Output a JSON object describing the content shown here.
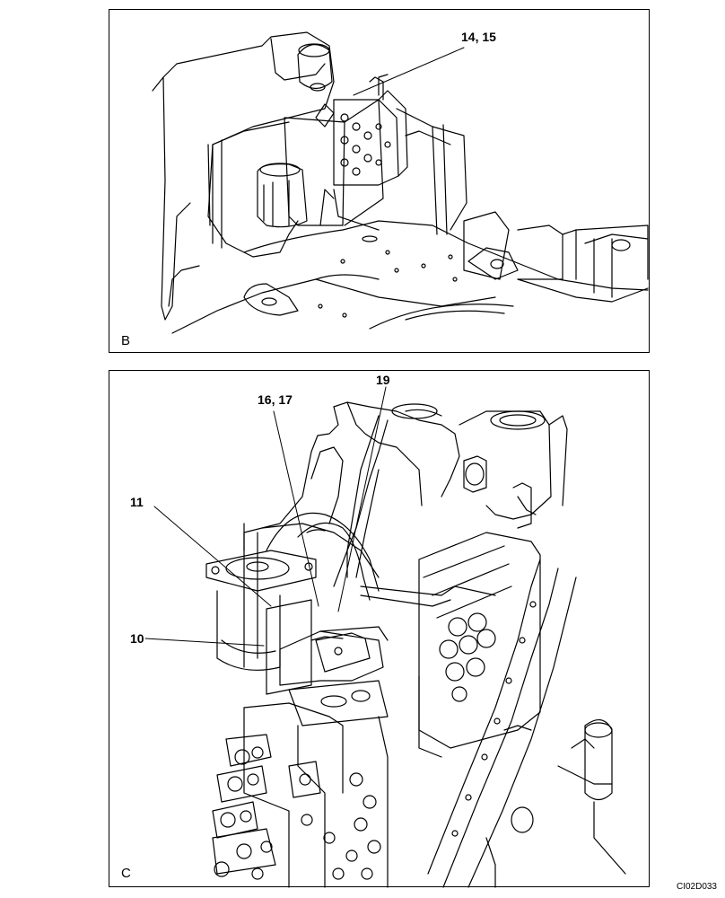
{
  "panels": [
    {
      "id": "B",
      "letter": "B",
      "callouts": [
        "14, 15"
      ]
    },
    {
      "id": "C",
      "letter": "C",
      "callouts": [
        "16, 17",
        "19",
        "11",
        "10"
      ]
    }
  ],
  "labels": {
    "b_14_15": "14, 15",
    "c_16_17": "16, 17",
    "c_19": "19",
    "c_11": "11",
    "c_10": "10"
  },
  "document_code": "CI02D033",
  "colors": {
    "line": "#000000",
    "background": "#ffffff"
  }
}
